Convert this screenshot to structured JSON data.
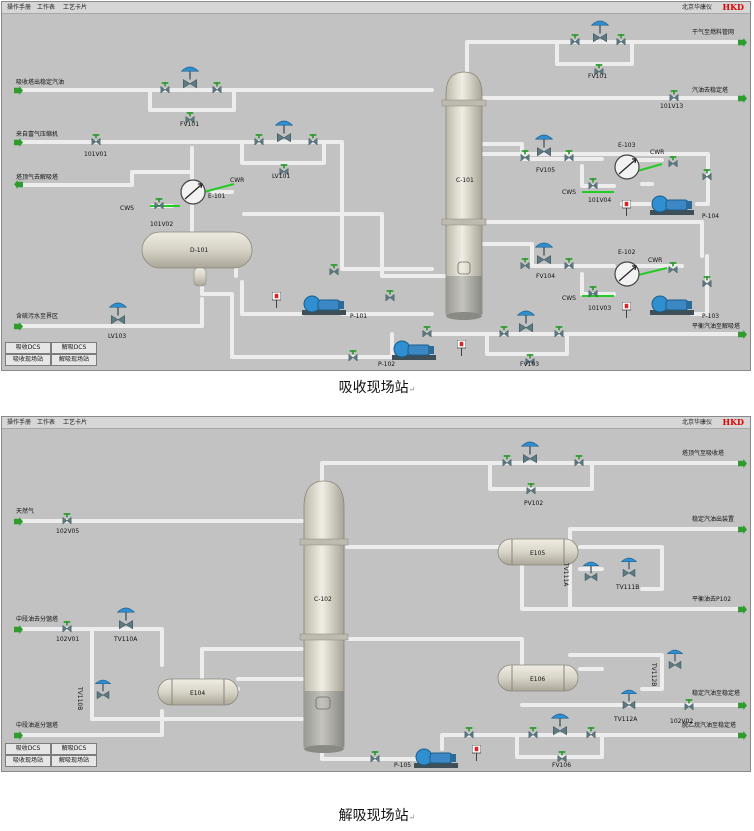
{
  "panel1": {
    "menu": [
      "操作手册",
      "工作表",
      "工艺卡片"
    ],
    "topright": "北京华康仪",
    "logo": "HKD",
    "labels": {
      "tail_gas": "干气至燃料管网",
      "fv101a": "FV101",
      "oil_from_absorber": "吸收塔出稳定汽油",
      "fv101b": "FV101",
      "gasoline": "汽油去稳定塔",
      "v101v13": "101V13",
      "rich_gas": "来自富气压缩机",
      "v101v01": "101V01",
      "lv101": "LV101",
      "e103": "E-103",
      "cwr1": "CWR",
      "fv105": "FV105",
      "c101": "C-101",
      "bottom_gas": "塔顶气去解吸塔",
      "e101": "E-101",
      "cwr2": "CWR",
      "cws1": "CWS",
      "cws2": "CWS",
      "v101v04": "101V04",
      "p104": "P-104",
      "v101v02": "101V02",
      "d101": "D-101",
      "e102": "E-102",
      "cwr3": "CWR",
      "fv104": "FV104",
      "cws3": "CWS",
      "v101v03": "101V03",
      "p103": "P-103",
      "p101": "P-101",
      "sewage": "含硫污水至界区",
      "lv103": "LV103",
      "p102": "P-102",
      "fv103": "FV103",
      "to_desorber": "平衡汽油至解吸塔"
    },
    "nav": [
      "吸收DCS",
      "解吸DCS",
      "吸收现场站",
      "解吸现场站"
    ]
  },
  "caption1": "吸收现场站",
  "caption1_mark": "↵",
  "panel2": {
    "menu": [
      "操作手册",
      "工作表",
      "工艺卡片"
    ],
    "topright": "北京华康仪",
    "logo": "HKD",
    "labels": {
      "top_gas": "塔顶气至吸收塔",
      "pv102": "PV102",
      "natural_gas": "天然气",
      "v102v05": "102V05",
      "c102": "C-102",
      "e105": "E105",
      "tv111a": "TV111A",
      "tv111b": "TV111B",
      "stable_oil": "稳定汽油出装置",
      "balance_oil": "平衡油去P102",
      "mid_oil": "中段油去分馏塔",
      "v102v01": "102V01",
      "tv110a": "TV110A",
      "tv110b": "TV110B",
      "e104": "E104",
      "e106": "E106",
      "tv112b": "TV112B",
      "tv112a": "TV112A",
      "v102v02": "102V02",
      "stable_to_deeth": "稳定汽油至稳定塔",
      "mid_return": "中段油返分馏塔",
      "p105": "P-105",
      "fv106": "FV106",
      "deeth": "脱乙烷汽油至稳定塔"
    },
    "nav": [
      "吸收DCS",
      "解吸DCS",
      "吸收现场站",
      "解吸现场站"
    ]
  },
  "caption2": "解吸现场站",
  "caption2_mark": "↵",
  "colors": {
    "background": "#c2c2c2",
    "pipe": "#e9e9e9",
    "valve": "#2f8fd0",
    "pump": "#2f8fd0",
    "hot_line": "#22cc22",
    "arrow": "#2e9d2e",
    "vessel": "#d8d4c8"
  }
}
